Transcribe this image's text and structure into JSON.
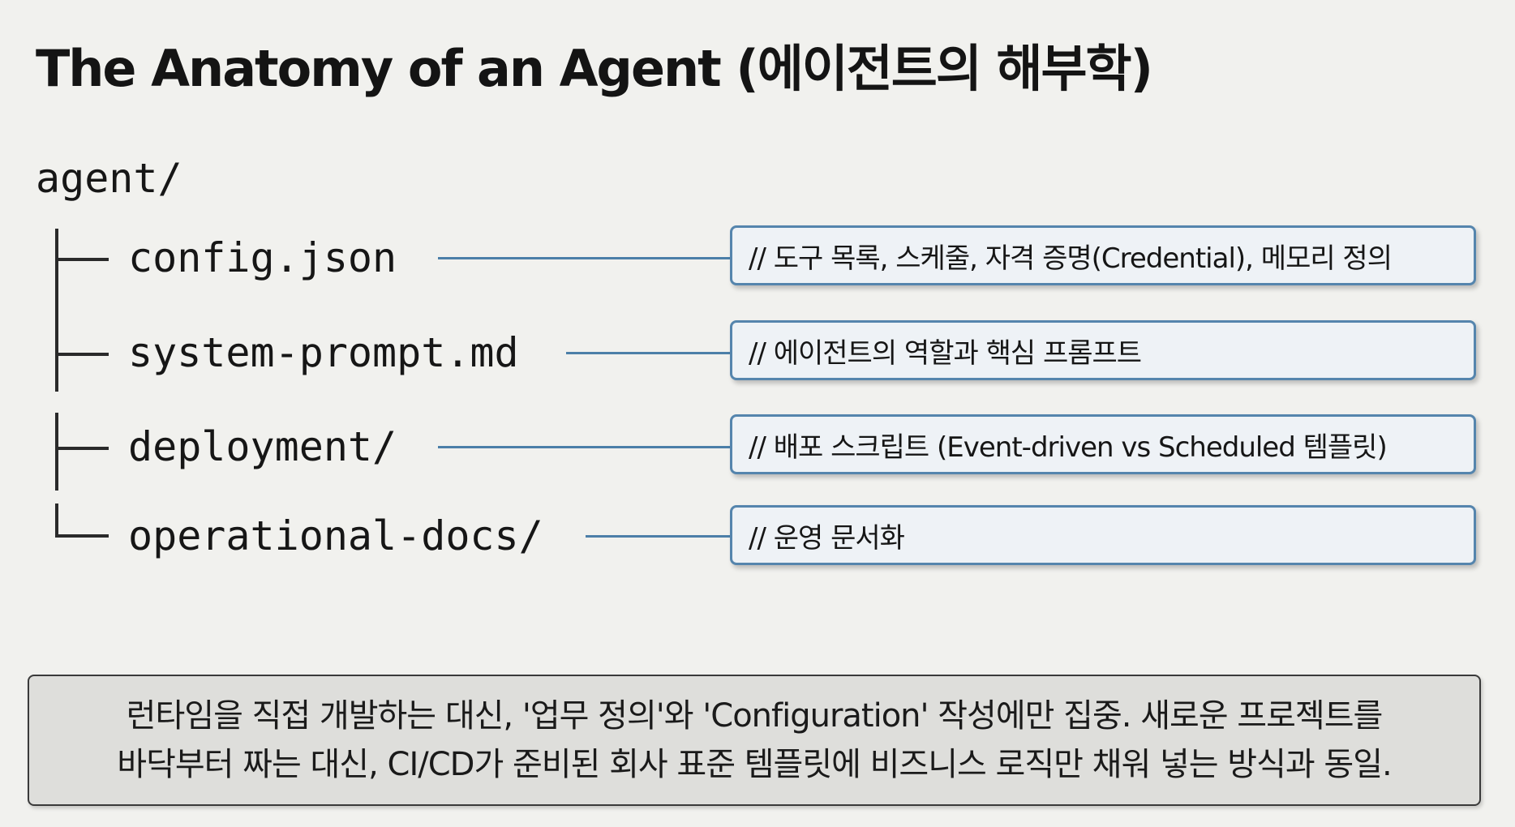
{
  "title": "The Anatomy of an Agent (에이전트의 해부학)",
  "tree": {
    "root": "agent/",
    "items": [
      {
        "name": "config.json",
        "note": "// 도구 목록, 스케줄, 자격 증명(Credential), 메모리 정의"
      },
      {
        "name": "system-prompt.md",
        "note": "// 에이전트의 역할과 핵심 프롬프트"
      },
      {
        "name": "deployment/",
        "note": "// 배포 스크립트 (Event-driven vs Scheduled 템플릿)"
      },
      {
        "name": "operational-docs/",
        "note": "// 운영 문서화"
      }
    ]
  },
  "summary": {
    "line1": "런타임을 직접 개발하는 대신, '업무 정의'와 'Configuration' 작성에만 집중. 새로운 프로젝트를",
    "line2": "바닥부터 짜는 대신, CI/CD가 준비된 회사 표준 템플릿에 비즈니스 로직만 채워 넣는 방식과 동일."
  },
  "colors": {
    "background": "#f1f1ee",
    "connector": "#4c7fa8",
    "note_border": "#5585ad",
    "note_fill": "#eef2f6",
    "summary_fill": "#dededb"
  }
}
